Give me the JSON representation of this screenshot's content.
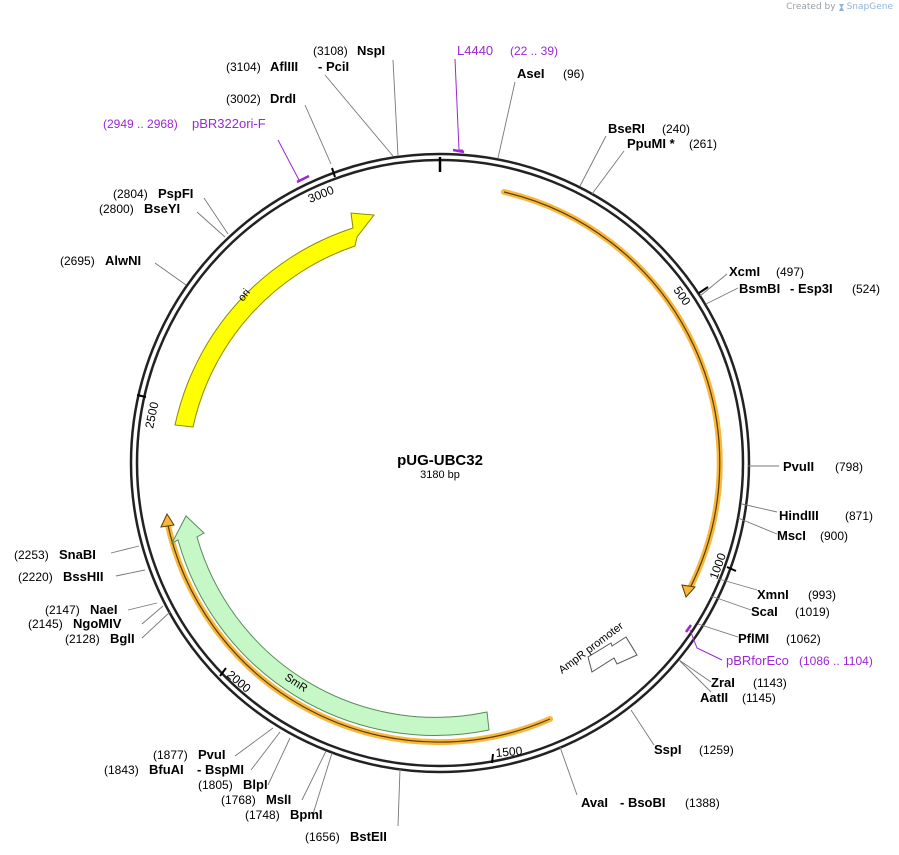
{
  "credit": {
    "prefix": "Created by",
    "brand": "SnapGene"
  },
  "map": {
    "name": "pUG-UBC32",
    "length_label": "3180 bp",
    "length": 3180,
    "ticks": [
      {
        "pos": 500,
        "label": "500"
      },
      {
        "pos": 1000,
        "label": "1000"
      },
      {
        "pos": 1500,
        "label": "1500"
      },
      {
        "pos": 2000,
        "label": "2000"
      },
      {
        "pos": 2500,
        "label": "2500"
      },
      {
        "pos": 3000,
        "label": "3000"
      }
    ]
  },
  "features": [
    {
      "name": "ori",
      "color": "#ffff00",
      "stroke": "#8a8a00"
    },
    {
      "name": "SmR",
      "color": "#c6f7c6",
      "stroke": "#5a8a5a"
    },
    {
      "name": "AmpR promoter",
      "color": "#ffffff",
      "stroke": "#555555"
    }
  ],
  "orf_color": "#f6b73c",
  "primers": [
    {
      "name": "L4440",
      "range": "(22 .. 39)",
      "color": "#9b27d6"
    },
    {
      "name": "pBR322ori-F",
      "range": "(2949 .. 2968)",
      "color": "#9b27d6"
    },
    {
      "name": "pBRforEco",
      "range": "(1086 .. 1104)",
      "color": "#9b27d6"
    }
  ],
  "enzymes": [
    {
      "name": "NspI",
      "pos": "(3108)"
    },
    {
      "name": "AflIII",
      "name2": "- PciI",
      "pos": "(3104)"
    },
    {
      "name": "DrdI",
      "pos": "(3002)"
    },
    {
      "name": "PspFI",
      "pos": "(2804)"
    },
    {
      "name": "BseYI",
      "pos": "(2800)"
    },
    {
      "name": "AlwNI",
      "pos": "(2695)"
    },
    {
      "name": "SnaBI",
      "pos": "(2253)"
    },
    {
      "name": "BssHII",
      "pos": "(2220)"
    },
    {
      "name": "NaeI",
      "pos": "(2147)"
    },
    {
      "name": "NgoMIV",
      "pos": "(2145)"
    },
    {
      "name": "BglI",
      "pos": "(2128)"
    },
    {
      "name": "PvuI",
      "pos": "(1877)"
    },
    {
      "name": "BfuAI",
      "name2": "- BspMI",
      "pos": "(1843)"
    },
    {
      "name": "BlpI",
      "pos": "(1805)"
    },
    {
      "name": "MslI",
      "pos": "(1768)"
    },
    {
      "name": "BpmI",
      "pos": "(1748)"
    },
    {
      "name": "BstEII",
      "pos": "(1656)"
    },
    {
      "name": "AvaI",
      "name2": "- BsoBI",
      "pos": "(1388)"
    },
    {
      "name": "SspI",
      "pos": "(1259)"
    },
    {
      "name": "ZraI",
      "pos": "(1143)"
    },
    {
      "name": "AatII",
      "pos": "(1145)"
    },
    {
      "name": "PflMI",
      "pos": "(1062)"
    },
    {
      "name": "ScaI",
      "pos": "(1019)"
    },
    {
      "name": "XmnI",
      "pos": "(993)"
    },
    {
      "name": "MscI",
      "pos": "(900)"
    },
    {
      "name": "HindIII",
      "pos": "(871)"
    },
    {
      "name": "PvuII",
      "pos": "(798)"
    },
    {
      "name": "BsmBI",
      "name2": "- Esp3I",
      "pos": "(524)"
    },
    {
      "name": "XcmI",
      "pos": "(497)"
    },
    {
      "name": "PpuMI *",
      "pos": "(261)"
    },
    {
      "name": "BseRI",
      "pos": "(240)"
    },
    {
      "name": "AseI",
      "pos": "(96)"
    }
  ]
}
